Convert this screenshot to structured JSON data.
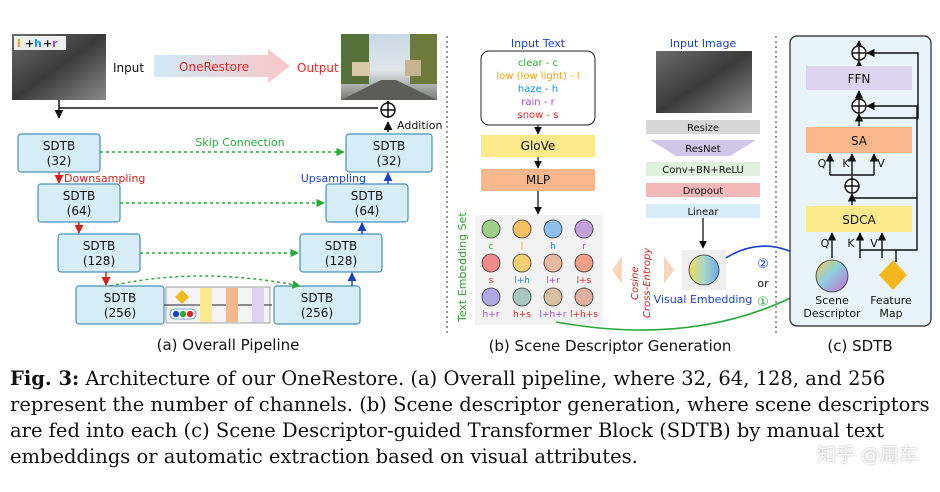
{
  "panel_a": {
    "input_label": "Input",
    "model_label": "OneRestore",
    "output_label": "Output",
    "addition_label": "Addition",
    "skip_label": "Skip Connection",
    "down_label": "Downsampling",
    "up_label": "Upsampling",
    "input_tag": [
      "l",
      "+",
      "h",
      "+",
      "r"
    ],
    "blocks": [
      {
        "name": "SDTB",
        "ch": "(32)"
      },
      {
        "name": "SDTB",
        "ch": "(64)"
      },
      {
        "name": "SDTB",
        "ch": "(128)"
      },
      {
        "name": "SDTB",
        "ch": "(256)"
      }
    ],
    "caption": "(a) Overall Pipeline"
  },
  "panel_b": {
    "input_text_label": "Input Text",
    "text_items": [
      {
        "text": "clear - c",
        "color": "#2fa82f"
      },
      {
        "text": "low (low light) - l",
        "color": "#f0a020"
      },
      {
        "text": "haze - h",
        "color": "#1890e8"
      },
      {
        "text": "rain - r",
        "color": "#a04ac8"
      },
      {
        "text": "snow - s",
        "color": "#e02828"
      }
    ],
    "glove_label": "GloVe",
    "mlp_label": "MLP",
    "text_embed_set_label": "Text Embedding Set",
    "embed_labels": [
      "c",
      "l",
      "h",
      "r",
      "s",
      "l+h",
      "l+r",
      "l+s",
      "h+r",
      "h+s",
      "l+h+r",
      "l+h+s"
    ],
    "cosine_label": "Cosine",
    "cross_entropy_label": "Cross-Entropy",
    "input_image_label": "Input Image",
    "pipeline": [
      "Resize",
      "ResNet",
      "Conv+BN+ReLU",
      "Dropout",
      "Linear"
    ],
    "visual_embedding_label": "Visual Embedding",
    "opt2": "②",
    "or_label": "or",
    "opt1": "①",
    "caption": "(b)  Scene Descriptor Generation"
  },
  "panel_c": {
    "ffn_label": "FFN",
    "sa_label": "SA",
    "sdca_label": "SDCA",
    "q_label": "Q",
    "k_label": "K",
    "v_label": "V",
    "scene_label_1": "Scene",
    "scene_label_2": "Descriptor",
    "feature_label_1": "Feature",
    "feature_label_2": "Map",
    "caption": "(c) SDTB"
  },
  "figure_caption": {
    "label": "Fig. 3:",
    "text": " Architecture of our OneRestore. (a) Overall pipeline, where 32, 64, 128, and 256 represent the number of channels. (b) Scene descriptor generation, where scene descriptors are fed into each (c) Scene Descriptor-guided Transformer Block (SDTB) by manual text embeddings or automatic extraction based on visual attributes."
  },
  "watermark": "知乎 @周车",
  "colors": {
    "block_fill": "#d6ecf7",
    "block_stroke": "#4a8fb5",
    "glove": "#fce98c",
    "mlp": "#fbb78c",
    "ffn": "#ddd3ee",
    "sa": "#fbb78c",
    "sdca": "#fce98c",
    "skip_green": "#2aa83a",
    "down_red": "#d42020",
    "up_blue": "#1c3fc8"
  }
}
